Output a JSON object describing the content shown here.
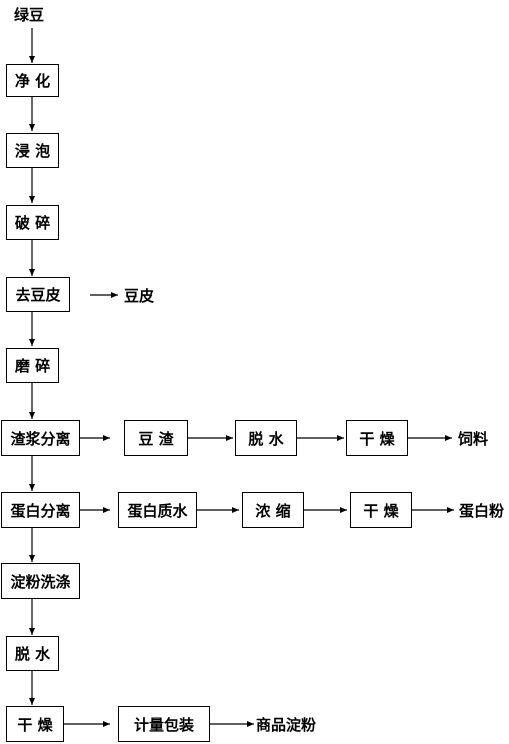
{
  "flow": {
    "start": "绿豆",
    "steps": {
      "purify": "净 化",
      "soak": "浸 泡",
      "break": "破 碎",
      "dehull": "去豆皮",
      "grind": "磨 碎",
      "residue_sep": "渣浆分离",
      "protein_sep": "蛋白分离",
      "starch_wash": "淀粉洗涤",
      "dewater": "脱 水",
      "dry": "干 燥"
    },
    "hull_output": "豆皮",
    "residue_branch": {
      "residue": "豆 渣",
      "dewater": "脱 水",
      "dry": "干 燥",
      "output": "饲料"
    },
    "protein_branch": {
      "protein_water": "蛋白质水",
      "concentrate": "浓 缩",
      "dry": "干 燥",
      "output": "蛋白粉"
    },
    "final_branch": {
      "package": "计量包装",
      "output": "商品淀粉"
    }
  }
}
